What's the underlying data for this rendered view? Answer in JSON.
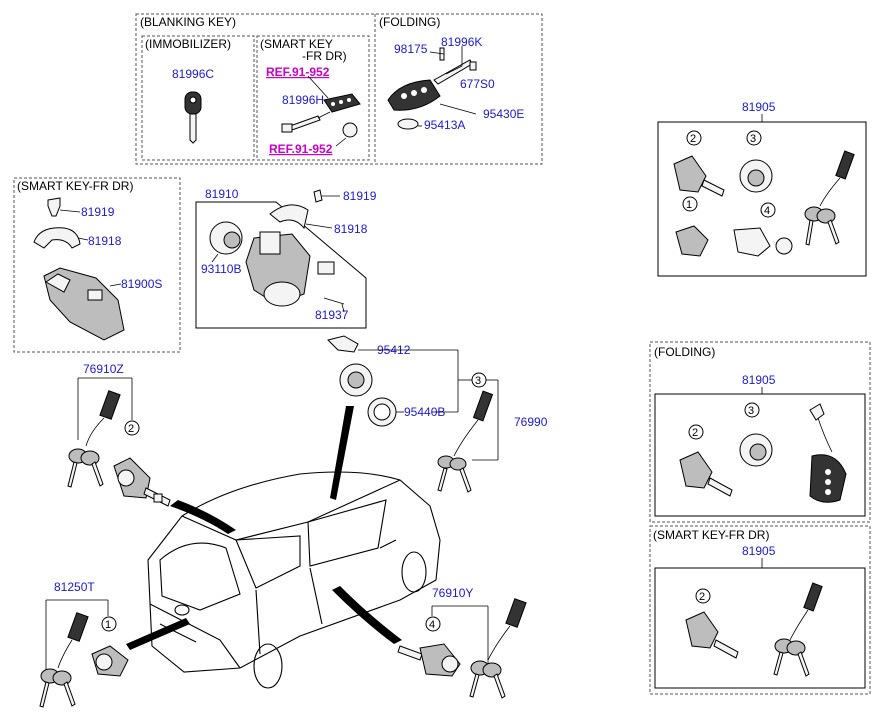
{
  "groups": {
    "blanking_key": "(BLANKING KEY)",
    "immobilizer": "(IMMOBILIZER)",
    "smart_key_top_line1": "(SMART KEY",
    "smart_key_top_line2": "-FR DR)",
    "folding_top": "(FOLDING)",
    "smart_key_fr_dr_left": "(SMART KEY-FR DR)",
    "folding_right": "(FOLDING)",
    "smart_key_fr_dr_right": "(SMART KEY-FR DR)"
  },
  "parts": {
    "p81996C": "81996C",
    "p81996H": "81996H",
    "ref1": "REF.91-952",
    "ref2": "REF.91-952",
    "p98175": "98175",
    "p81996K": "81996K",
    "p677S0": "677S0",
    "p95413A": "95413A",
    "p95430E": "95430E",
    "p81919_left": "81919",
    "p81918_left": "81918",
    "p81900S": "81900S",
    "p81910": "81910",
    "p81919_mid": "81919",
    "p81918_mid": "81918",
    "p93110B": "93110B",
    "p81937": "81937",
    "p95412": "95412",
    "p95440B": "95440B",
    "p76990": "76990",
    "p76910Z": "76910Z",
    "p81250T": "81250T",
    "p76910Y": "76910Y",
    "p81905_a": "81905",
    "p81905_b": "81905",
    "p81905_c": "81905"
  },
  "callouts": {
    "c1": "1",
    "c2": "2",
    "c3": "3",
    "c4": "4"
  }
}
